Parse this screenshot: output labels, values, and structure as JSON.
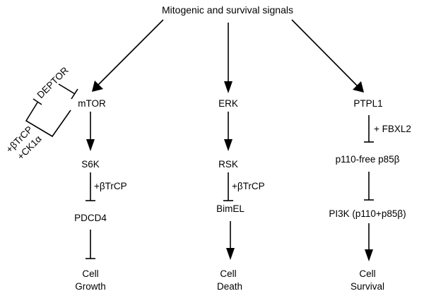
{
  "diagram": {
    "title": "Mitogenic and survival signals",
    "colors": {
      "ink": "#000000",
      "background": "#ffffff"
    },
    "pathways": {
      "mtor": {
        "nodes": [
          "mTOR",
          "S6K",
          "PDCD4"
        ],
        "outcome_line1": "Cell",
        "outcome_line2": "Growth",
        "regulator": "DEPTOR",
        "regulator_modifier_line1": "+βTrCP",
        "regulator_modifier_line2": "+CK1α",
        "s6k_modifier": "+βTrCP"
      },
      "erk": {
        "nodes": [
          "ERK",
          "RSK",
          "BimEL"
        ],
        "outcome_line1": "Cell",
        "outcome_line2": "Death",
        "rsk_modifier": "+βTrCP"
      },
      "ptpl1": {
        "nodes": [
          "PTPL1",
          "p110-free p85β",
          "PI3K (p110+p85β)"
        ],
        "outcome_line1": "Cell",
        "outcome_line2": "Survival",
        "ptpl1_modifier": "+ FBXL2"
      }
    },
    "edges": [
      {
        "from": "Mitogenic and survival signals",
        "to": "mTOR",
        "type": "activation"
      },
      {
        "from": "Mitogenic and survival signals",
        "to": "ERK",
        "type": "activation"
      },
      {
        "from": "Mitogenic and survival signals",
        "to": "PTPL1",
        "type": "activation"
      },
      {
        "from": "DEPTOR",
        "to": "mTOR",
        "type": "inhibition"
      },
      {
        "from": "mTOR",
        "to": "DEPTOR",
        "type": "inhibition",
        "modifier": "+βTrCP +CK1α"
      },
      {
        "from": "mTOR",
        "to": "S6K",
        "type": "activation"
      },
      {
        "from": "S6K",
        "to": "PDCD4",
        "type": "inhibition",
        "modifier": "+βTrCP"
      },
      {
        "from": "PDCD4",
        "to": "Cell Growth",
        "type": "inhibition"
      },
      {
        "from": "ERK",
        "to": "RSK",
        "type": "activation"
      },
      {
        "from": "RSK",
        "to": "BimEL",
        "type": "inhibition",
        "modifier": "+βTrCP"
      },
      {
        "from": "BimEL",
        "to": "Cell Death",
        "type": "activation"
      },
      {
        "from": "PTPL1",
        "to": "p110-free p85β",
        "type": "inhibition",
        "modifier": "+ FBXL2"
      },
      {
        "from": "p110-free p85β",
        "to": "PI3K (p110+p85β)",
        "type": "inhibition"
      },
      {
        "from": "PI3K (p110+p85β)",
        "to": "Cell Survival",
        "type": "activation"
      }
    ]
  }
}
